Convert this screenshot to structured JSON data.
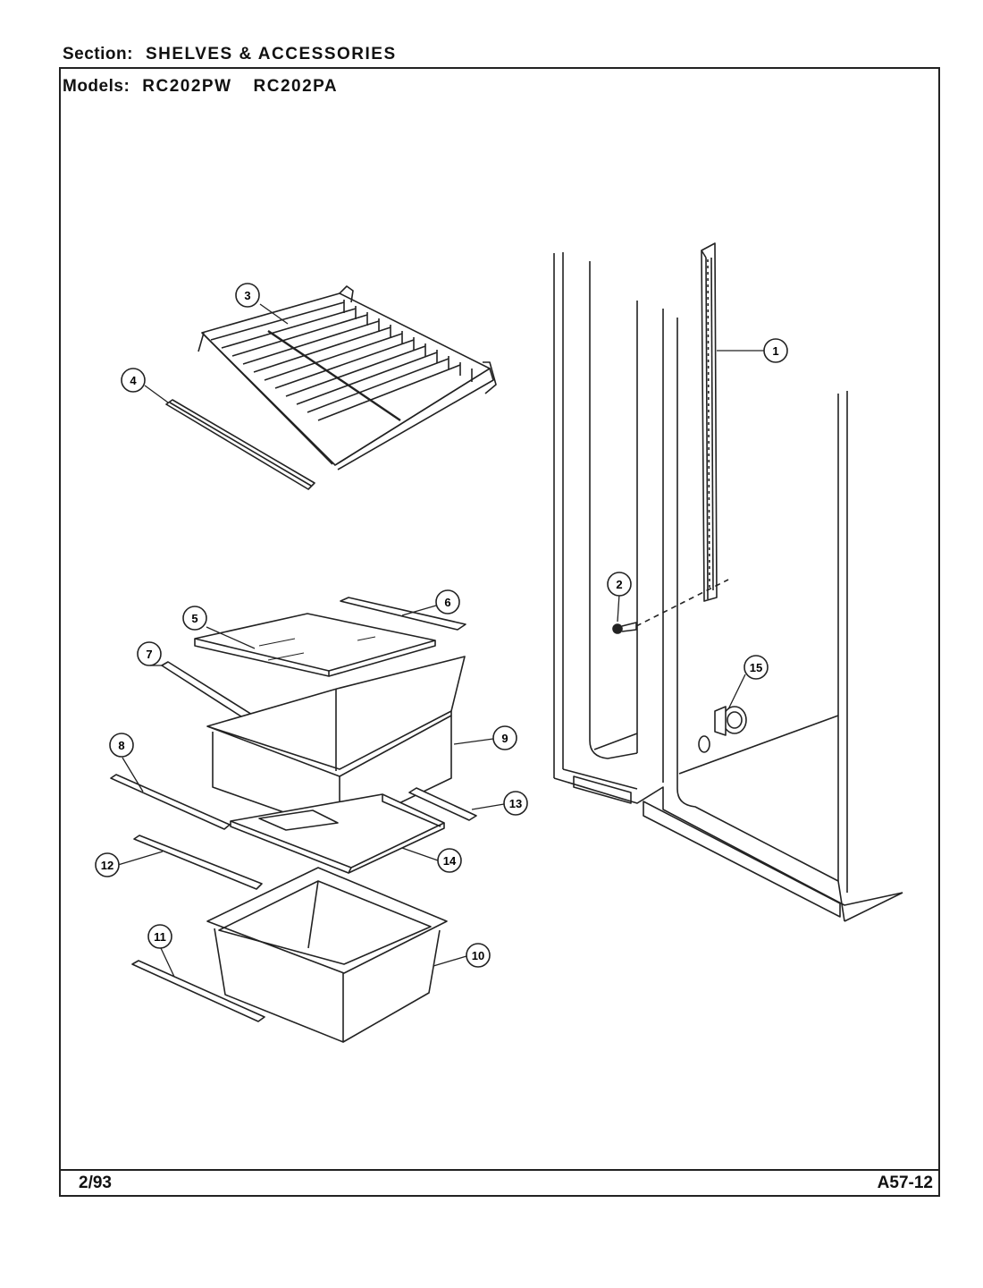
{
  "header": {
    "section_label": "Section:",
    "section_value": "SHELVES & ACCESSORIES",
    "models_label": "Models:",
    "models": [
      "RC202PW",
      "RC202PA"
    ]
  },
  "footer": {
    "date": "2/93",
    "code": "A57-12"
  },
  "callouts": [
    "1",
    "2",
    "3",
    "4",
    "5",
    "6",
    "7",
    "8",
    "9",
    "10",
    "11",
    "12",
    "13",
    "14",
    "15"
  ]
}
